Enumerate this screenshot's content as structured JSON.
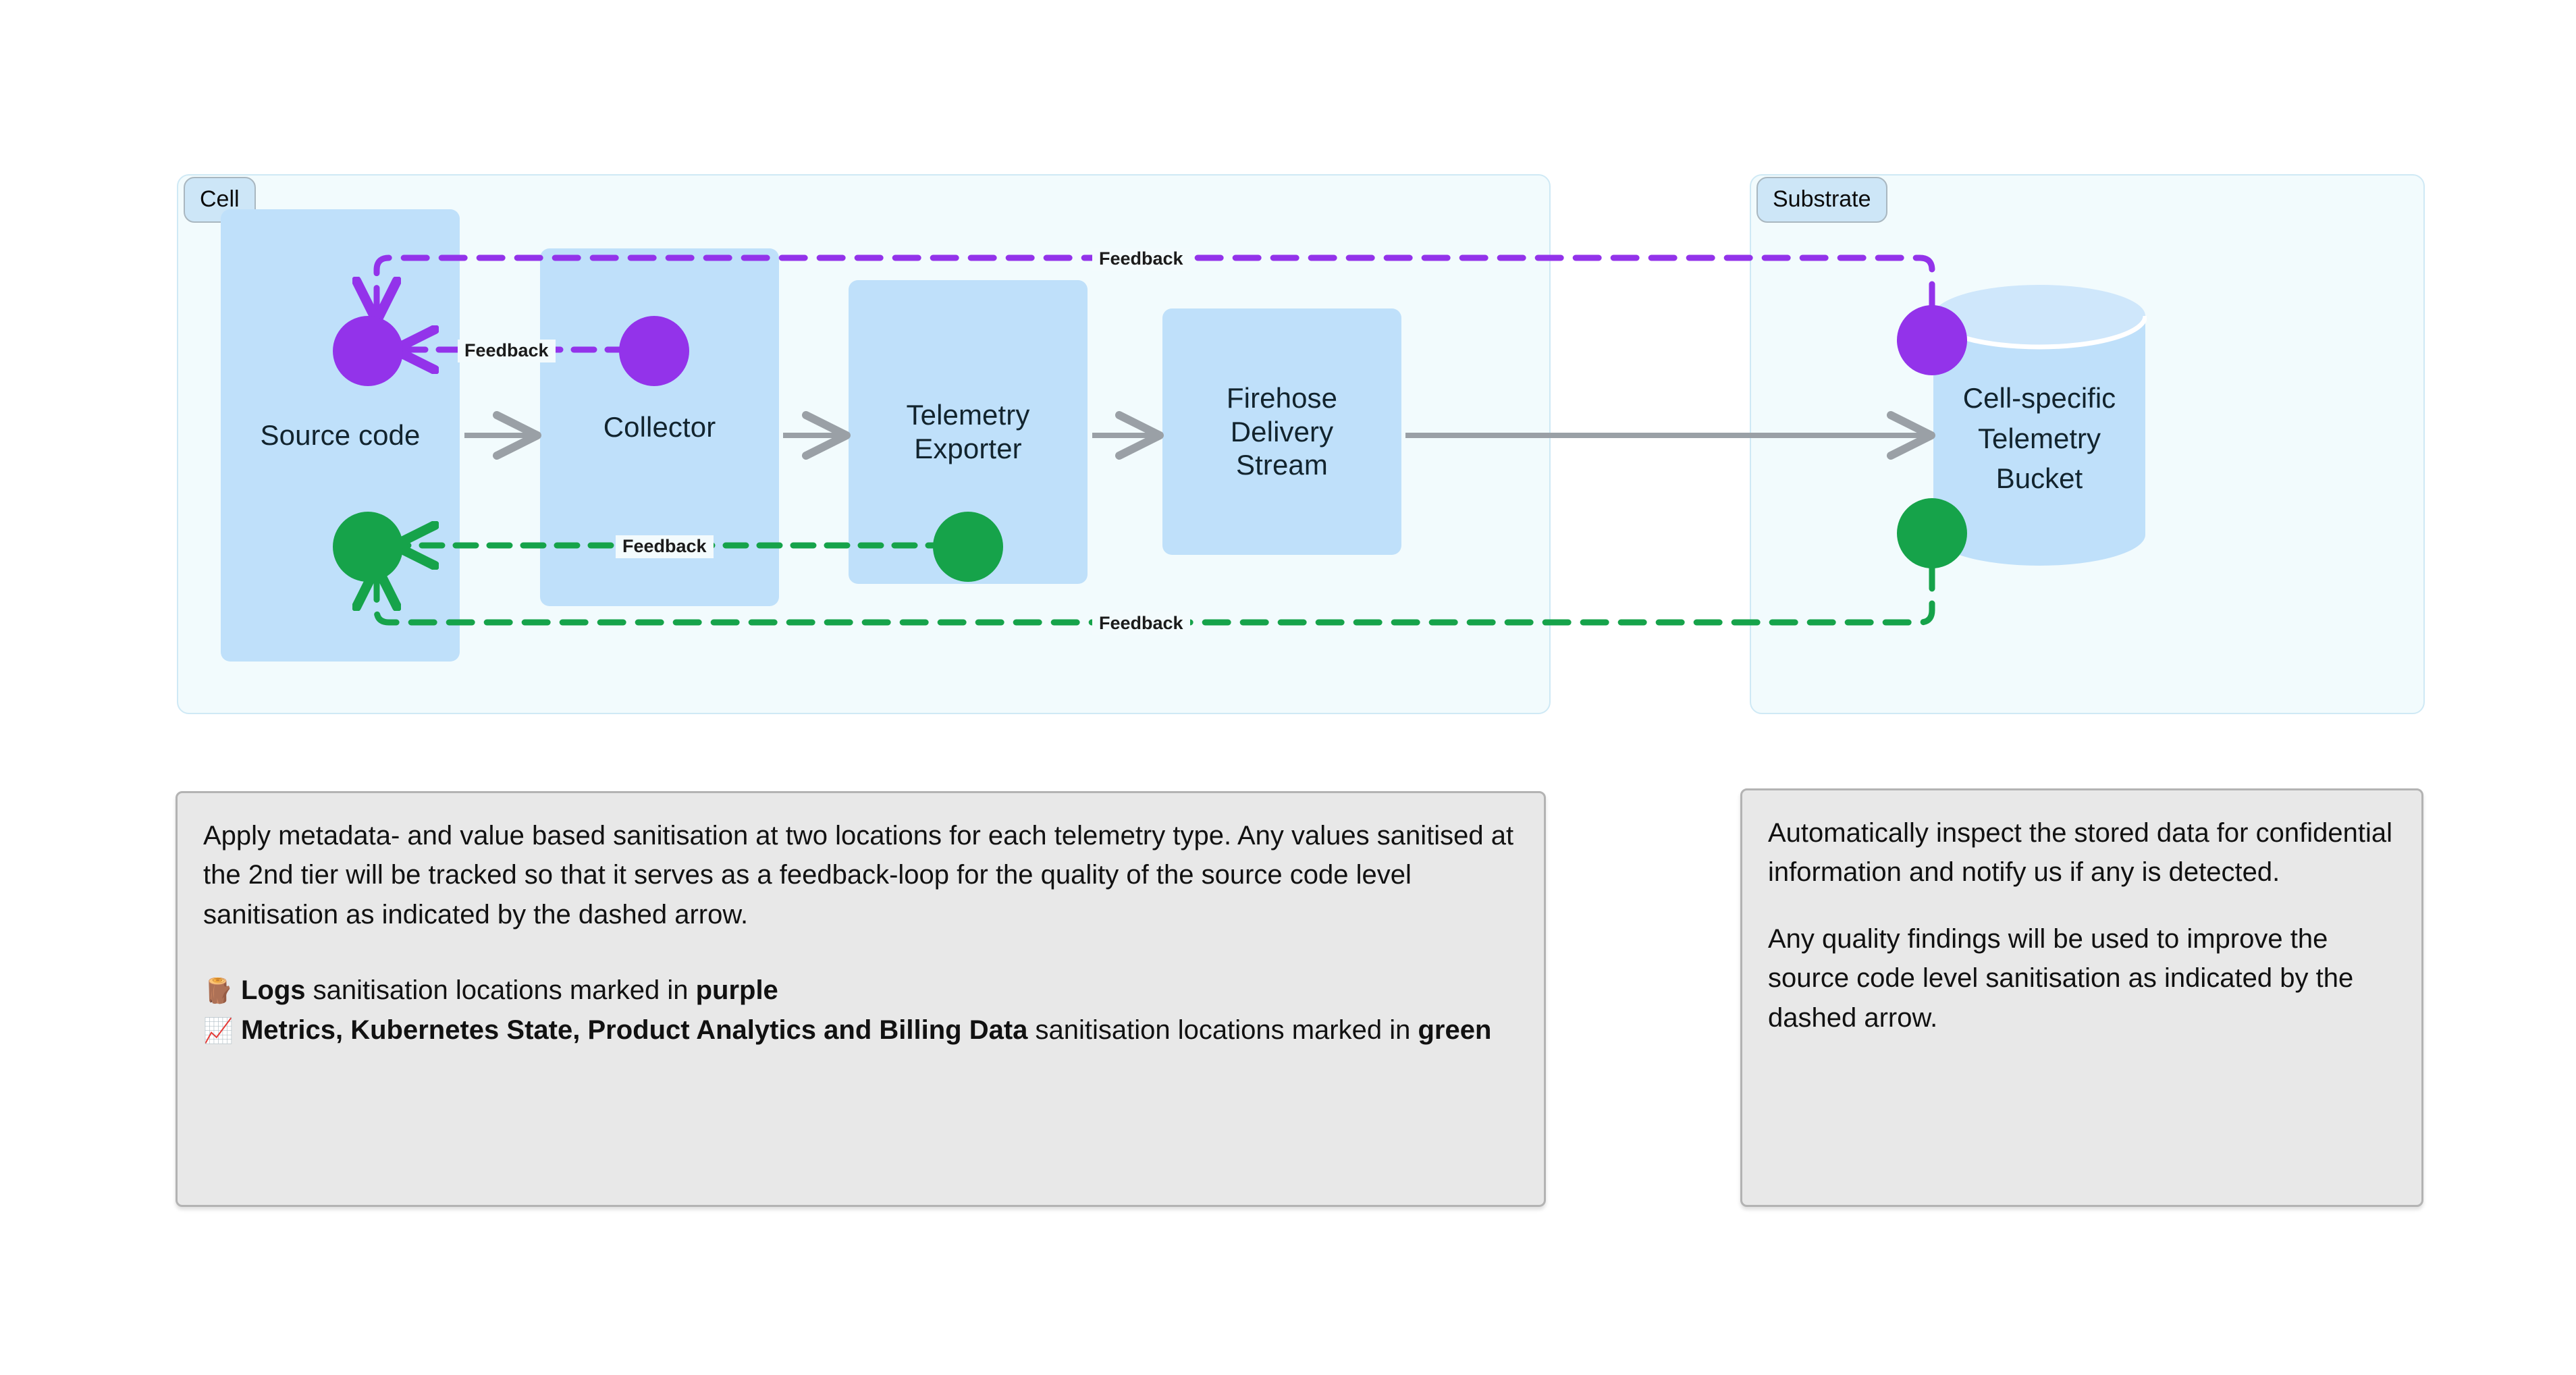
{
  "diagram": {
    "groups": [
      {
        "id": "cell",
        "label": "Cell"
      },
      {
        "id": "substrate",
        "label": "Substrate"
      }
    ],
    "nodes": [
      {
        "id": "source-code",
        "label": "Source code",
        "lines": [
          "Source code"
        ]
      },
      {
        "id": "collector",
        "label": "Collector",
        "lines": [
          "Collector"
        ]
      },
      {
        "id": "telemetry-exporter",
        "label": "Telemetry Exporter",
        "lines": [
          "Telemetry",
          "Exporter"
        ]
      },
      {
        "id": "firehose-delivery-stream",
        "label": "Firehose Delivery Stream",
        "lines": [
          "Firehose",
          "Delivery",
          "Stream"
        ]
      },
      {
        "id": "cell-specific-telemetry-bucket",
        "label": "Cell-specific Telemetry Bucket",
        "lines": [
          "Cell-specific",
          "Telemetry",
          "Bucket"
        ]
      }
    ],
    "node_lines": {
      "source_code": "Source code",
      "collector": "Collector",
      "telemetry_exporter_1": "Telemetry",
      "telemetry_exporter_2": "Exporter",
      "firehose_1": "Firehose",
      "firehose_2": "Delivery",
      "firehose_3": "Stream",
      "bucket_1": "Cell-specific",
      "bucket_2": "Telemetry",
      "bucket_3": "Bucket"
    },
    "edge_labels": {
      "feedback_top_long": "Feedback",
      "feedback_collector_to_source": "Feedback",
      "feedback_exporter_to_source": "Feedback",
      "feedback_bottom_long": "Feedback"
    },
    "colors": {
      "purple": "#9333ea",
      "green": "#16a34a",
      "node_fill": "#bfe0fa",
      "group_fill": "#f2fbfd",
      "group_border": "#cfe9f5",
      "group_label_fill": "#cde6f7",
      "arrow_gray": "#9aa0a6",
      "note_fill": "#e8e8e8",
      "note_border": "#b3b3b3"
    }
  },
  "notes": {
    "left": {
      "paragraph": "Apply metadata- and value based sanitisation at two locations for each telemetry type. Any values sanitised at the 2nd tier will be tracked so that it serves as a feedback-loop for the quality of the source code level sanitisation as indicated by the dashed arrow.",
      "legend": [
        {
          "icon": "wood-log-emoji",
          "glyph": "🪵",
          "color": "#9333ea",
          "bold_lead": "Logs",
          "middle": " sanitisation locations marked in ",
          "bold_tail": "purple"
        },
        {
          "icon": "chart-increasing-emoji",
          "glyph": "📈",
          "color": "#16a34a",
          "bold_lead": "Metrics, Kubernetes State, Product Analytics and Billing Data",
          "middle": " sanitisation locations marked in ",
          "bold_tail": "green"
        }
      ]
    },
    "right": {
      "paragraph_1": "Automatically inspect the stored data for confidential information and notify us if any is detected.",
      "paragraph_2": "Any quality findings will be used to improve the source code level sanitisation as indicated by the dashed arrow."
    }
  }
}
